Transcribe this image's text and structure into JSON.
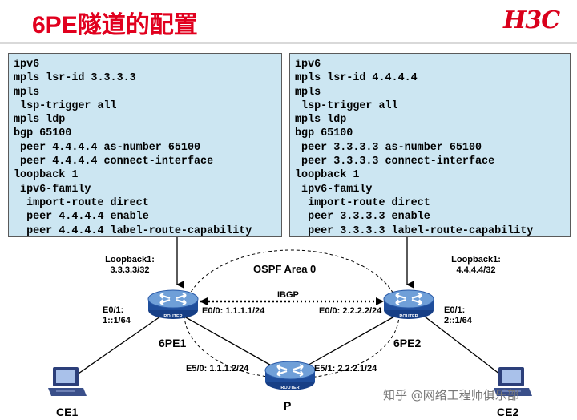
{
  "title": "6PE隧道的配置",
  "brand": {
    "logo_text": "H3C",
    "color": "#d9001b"
  },
  "config_left": [
    "ipv6",
    "mpls lsr-id 3.3.3.3",
    "mpls",
    " lsp-trigger all",
    "mpls ldp",
    "bgp 65100",
    " peer 4.4.4.4 as-number 65100",
    " peer 4.4.4.4 connect-interface",
    "loopback 1",
    " ipv6-family",
    "  import-route direct",
    "  peer 4.4.4.4 enable",
    "  peer 4.4.4.4 label-route-capability"
  ],
  "config_right": [
    "ipv6",
    "mpls lsr-id 4.4.4.4",
    "mpls",
    " lsp-trigger all",
    "mpls ldp",
    "bgp 65100",
    " peer 3.3.3.3 as-number 65100",
    " peer 3.3.3.3 connect-interface",
    "loopback 1",
    " ipv6-family",
    "  import-route direct",
    "  peer 3.3.3.3 enable",
    "  peer 3.3.3.3 label-route-capability"
  ],
  "topology": {
    "area_label": "OSPF Area 0",
    "ibgp_label": "IBGP",
    "router_badge": "ROUTER",
    "nodes": {
      "pe1": "6PE1",
      "pe2": "6PE2",
      "p": "P",
      "ce1": "CE1",
      "ce2": "CE2"
    },
    "labels": {
      "pe1_loopback_title": "Loopback1:",
      "pe1_loopback_addr": "3.3.3.3/32",
      "pe2_loopback_title": "Loopback1:",
      "pe2_loopback_addr": "4.4.4.4/32",
      "pe1_e01_title": "E0/1:",
      "pe1_e01_addr": "1::1/64",
      "pe2_e01_title": "E0/1:",
      "pe2_e01_addr": "2::1/64",
      "pe1_e00": "E0/0: 1.1.1.1/24",
      "pe2_e00": "E0/0: 2.2.2.2/24",
      "p_e50": "E5/0: 1.1.1.2/24",
      "p_e51": "E5/1: 2.2.2.1/24"
    }
  },
  "watermark": "知乎 @网络工程师俱乐部",
  "colors": {
    "title": "#e1001e",
    "config_bg": "#cce6f2",
    "router_body": "#1f4e9c",
    "router_top": "#6f9fd8"
  }
}
